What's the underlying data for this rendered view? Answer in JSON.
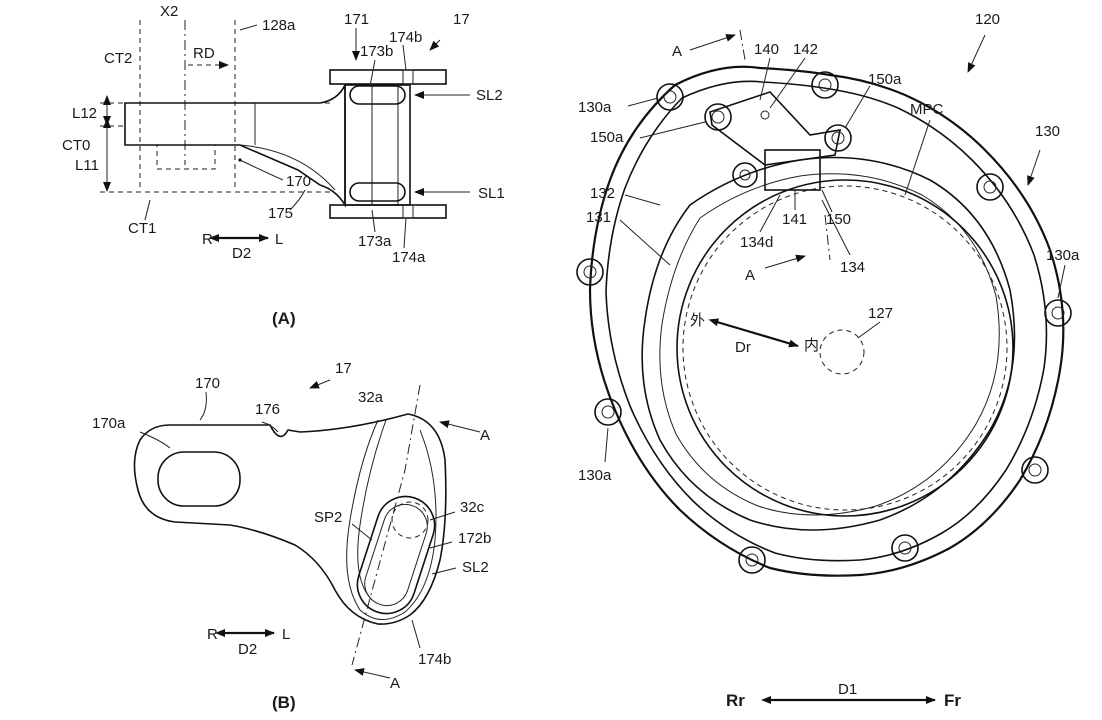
{
  "figure_a": {
    "caption": "(A)",
    "labels": {
      "x2": "X2",
      "ref_128a": "128a",
      "rd": "RD",
      "ct2": "CT2",
      "l12": "L12",
      "ct0": "CT0",
      "l11": "L11",
      "ct1": "CT1",
      "ref_171": "171",
      "ref_17": "17",
      "ref_174b": "174b",
      "ref_173b": "173b",
      "sl2": "SL2",
      "sl1": "SL1",
      "ref_170": "170",
      "ref_175": "175",
      "ref_173a": "173a",
      "ref_174a": "174a",
      "dir_r": "R",
      "dir_l": "L",
      "d2": "D2"
    }
  },
  "figure_b": {
    "caption": "(B)",
    "labels": {
      "ref_170": "170",
      "ref_17": "17",
      "ref_170a": "170a",
      "ref_176": "176",
      "ref_32a": "32a",
      "section_a_top": "A",
      "ref_32c": "32c",
      "sp2": "SP2",
      "ref_172b": "172b",
      "sl2": "SL2",
      "ref_174b": "174b",
      "section_a_bottom": "A",
      "dir_r": "R",
      "dir_l": "L",
      "d2": "D2"
    }
  },
  "figure_c": {
    "labels": {
      "ref_120": "120",
      "section_a_top": "A",
      "ref_140": "140",
      "ref_142": "142",
      "ref_150a_top": "150a",
      "ref_130a_top": "130a",
      "ref_150a_left": "150a",
      "mpc": "MPC",
      "ref_130": "130",
      "ref_132": "132",
      "ref_131": "131",
      "ref_134d": "134d",
      "ref_141": "141",
      "ref_150": "150",
      "section_a_mid": "A",
      "ref_134": "134",
      "ref_130a_right": "130a",
      "ref_127": "127",
      "outer": "外",
      "inner": "内",
      "dr": "Dr",
      "ref_130a_bottom": "130a",
      "dir_rr": "Rr",
      "dir_fr": "Fr",
      "d1": "D1"
    }
  }
}
